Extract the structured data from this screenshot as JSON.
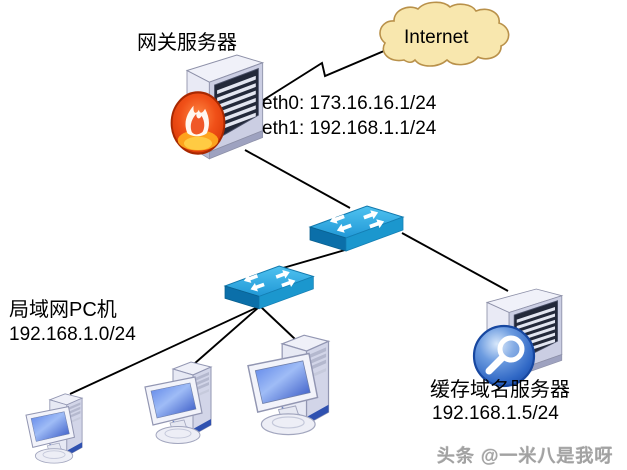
{
  "diagram": {
    "title": "gateway-dns-network-topology",
    "nodes": {
      "internet": {
        "type": "cloud",
        "icon": "cloud-icon",
        "label": "Internet"
      },
      "gateway": {
        "type": "server",
        "icon": "firewall-icon",
        "label": "网关服务器",
        "eth0": "eth0: 173.16.16.1/24",
        "eth1": "eth1: 192.168.1.1/24"
      },
      "switch1": {
        "type": "switch",
        "icon": "switch-icon"
      },
      "switch2": {
        "type": "switch",
        "icon": "switch-icon"
      },
      "lan": {
        "type": "pc-group",
        "icon": "pc-icon",
        "label": "局域网PC机",
        "subnet": "192.168.1.0/24",
        "pc_count": 3
      },
      "dns": {
        "type": "server",
        "icon": "magnifier-icon",
        "label": "缓存域名服务器",
        "ip": "192.168.1.5/24"
      }
    },
    "edges": [
      {
        "from": "gateway",
        "to": "internet",
        "style": "zigzag"
      },
      {
        "from": "gateway",
        "to": "switch1",
        "style": "line"
      },
      {
        "from": "switch1",
        "to": "switch2",
        "style": "line"
      },
      {
        "from": "switch1",
        "to": "dns",
        "style": "line"
      },
      {
        "from": "switch2",
        "to": "pc1",
        "style": "line"
      },
      {
        "from": "switch2",
        "to": "pc2",
        "style": "line"
      },
      {
        "from": "switch2",
        "to": "pc3",
        "style": "line"
      }
    ],
    "icons": {
      "cloud-icon": "yellow internet cloud",
      "firewall-icon": "orange flame ball on gateway server",
      "magnifier-icon": "blue magnifying glass ball on dns server",
      "switch-icon": "blue network switch with white arrows",
      "pc-icon": "desktop pc with monitor and tower"
    },
    "colors": {
      "background": "#ffffff",
      "cloud_fill": "#F8E7AE",
      "cloud_stroke": "#B9914A",
      "switch_top": "#35B2E8",
      "switch_front": "#0B6FA9",
      "switch_side": "#1B97CE",
      "line": "#000000",
      "firewall_orange": "#E04000",
      "magnifier_blue": "#2E66C4",
      "screen_blue": "#3E63D8",
      "tower_body": "#CBCEE3",
      "watermark_gray": "#A2A2A2"
    },
    "watermark": "头条 @一米八是我呀"
  }
}
